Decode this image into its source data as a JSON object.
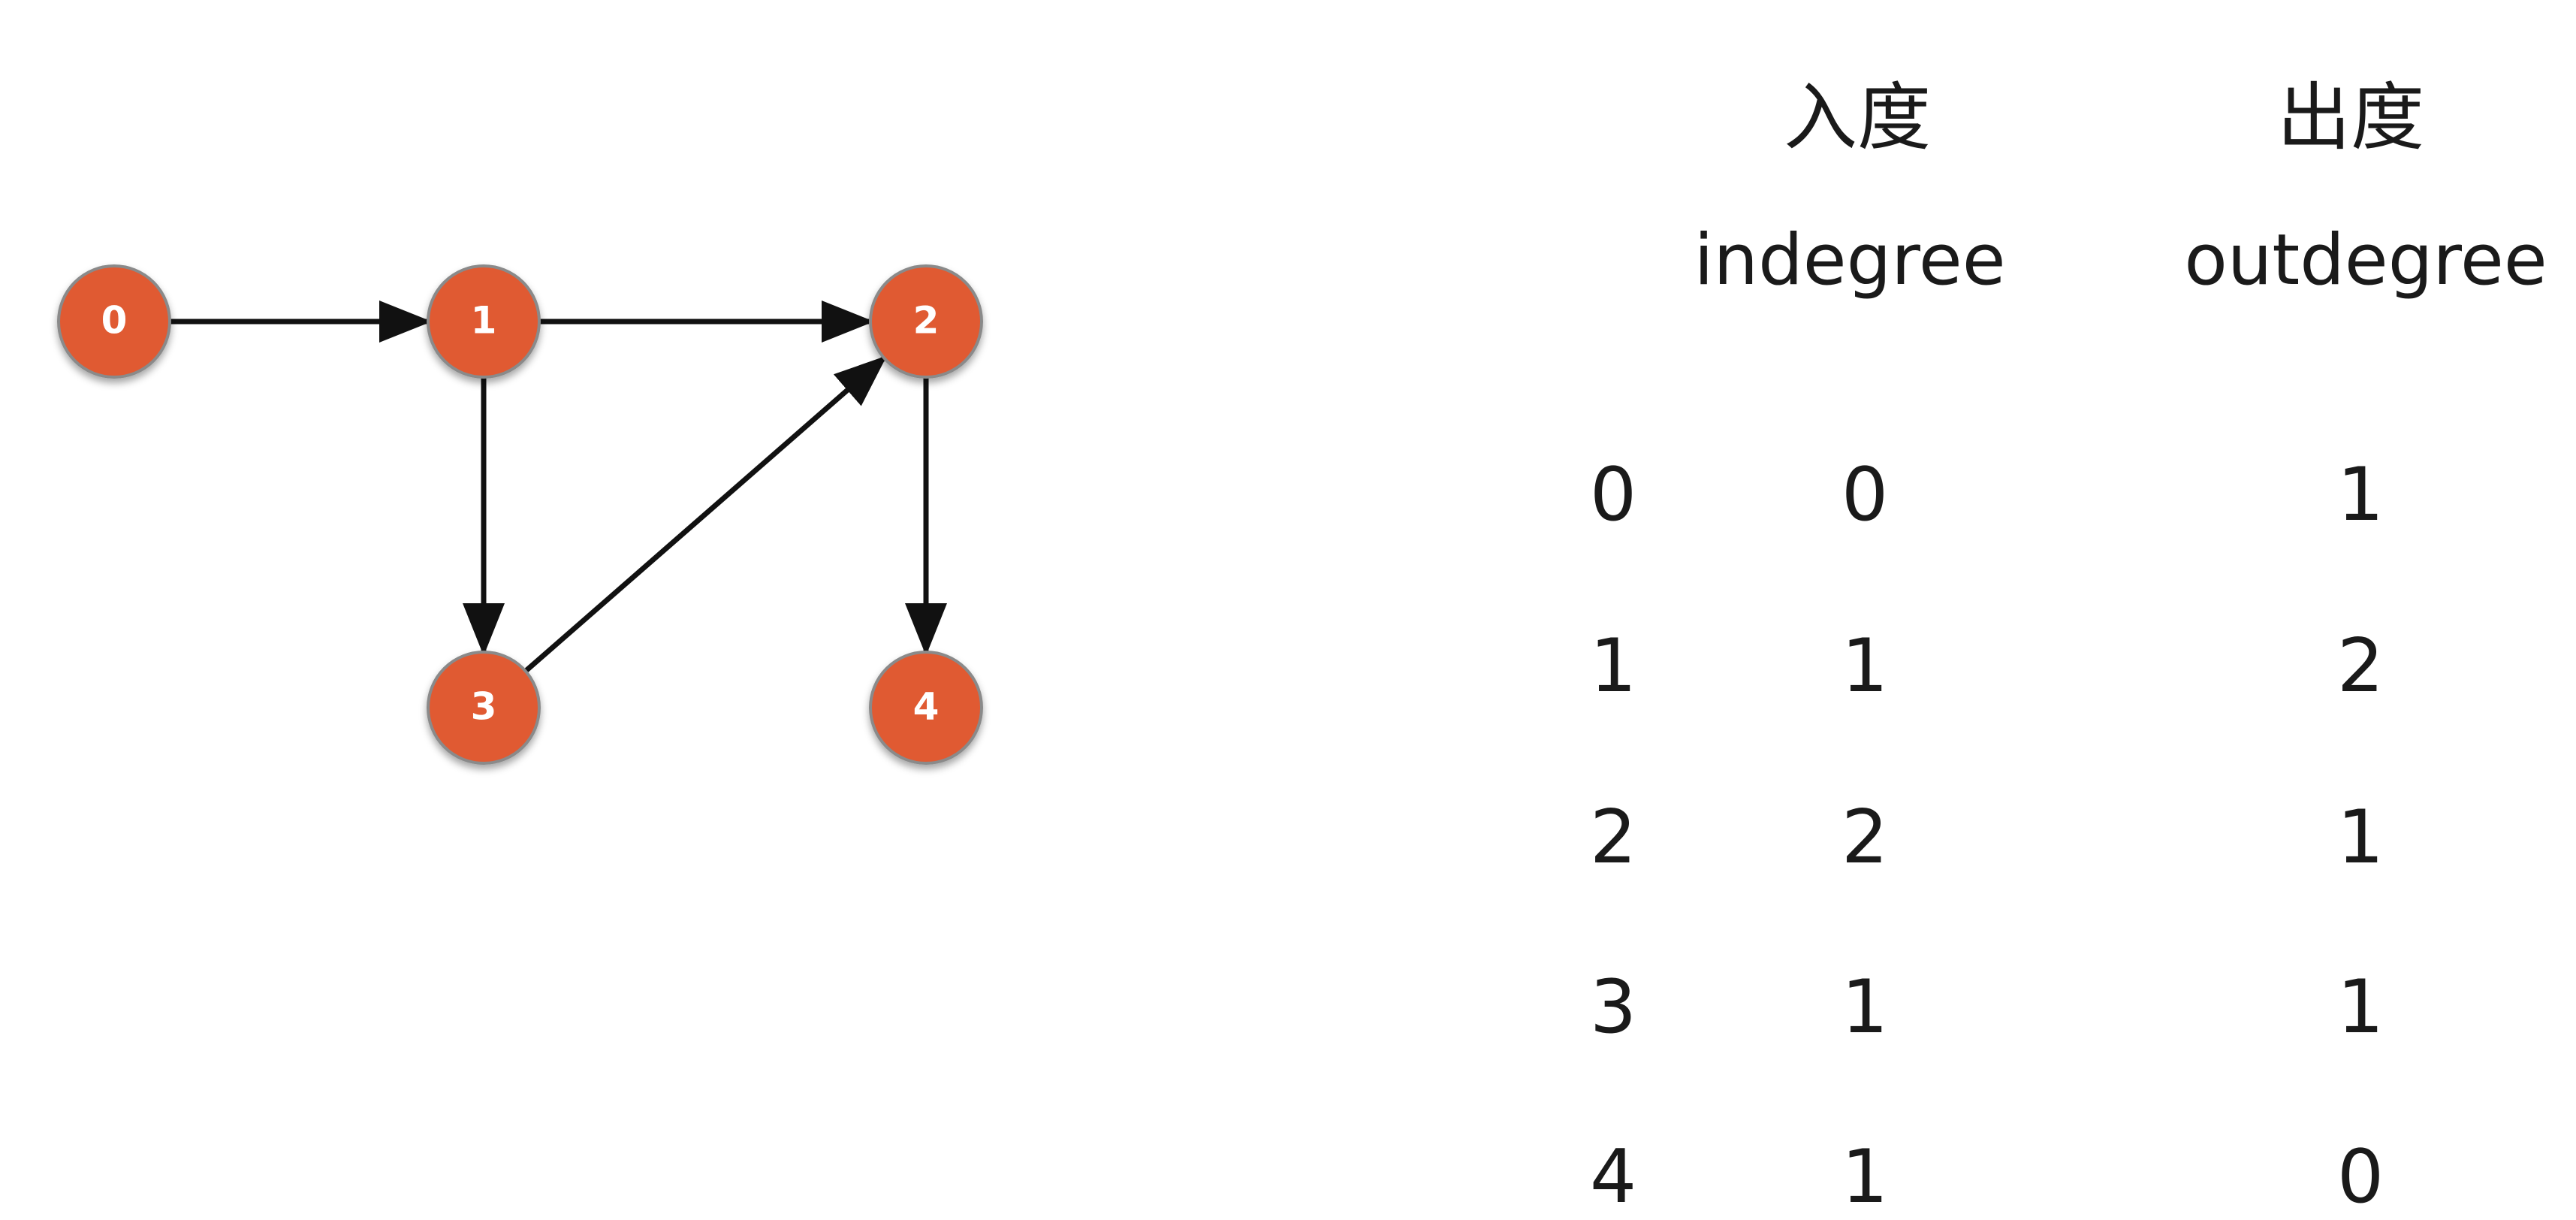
{
  "graph": {
    "nodes": [
      {
        "id": "0",
        "label": "0"
      },
      {
        "id": "1",
        "label": "1"
      },
      {
        "id": "2",
        "label": "2"
      },
      {
        "id": "3",
        "label": "3"
      },
      {
        "id": "4",
        "label": "4"
      }
    ],
    "edges": [
      {
        "from": "0",
        "to": "1"
      },
      {
        "from": "1",
        "to": "2"
      },
      {
        "from": "1",
        "to": "3"
      },
      {
        "from": "3",
        "to": "2"
      },
      {
        "from": "2",
        "to": "4"
      }
    ],
    "node_color": "#e05a32",
    "node_border_color": "#8a8a8a",
    "edge_color": "#111111"
  },
  "table": {
    "headers": {
      "indegree_cn": "入度",
      "indegree_en": "indegree",
      "outdegree_cn": "出度",
      "outdegree_en": "outdegree"
    },
    "rows": [
      {
        "vertex": "0",
        "indegree": "0",
        "outdegree": "1"
      },
      {
        "vertex": "1",
        "indegree": "1",
        "outdegree": "2"
      },
      {
        "vertex": "2",
        "indegree": "2",
        "outdegree": "1"
      },
      {
        "vertex": "3",
        "indegree": "1",
        "outdegree": "1"
      },
      {
        "vertex": "4",
        "indegree": "1",
        "outdegree": "0"
      }
    ]
  }
}
